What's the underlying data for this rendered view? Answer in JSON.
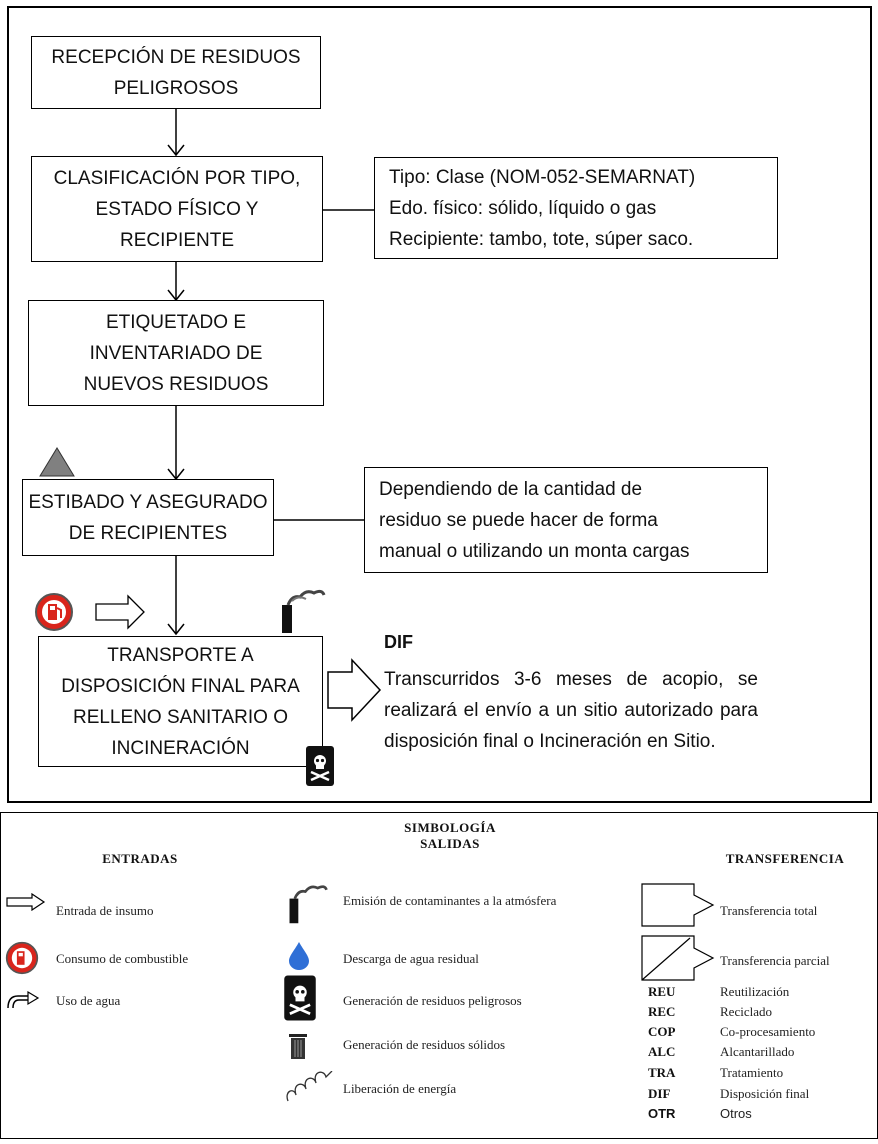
{
  "flow": {
    "steps": [
      {
        "lines": [
          "RECEPCIÓN DE RESIDUOS",
          "PELIGROSOS"
        ]
      },
      {
        "lines": [
          "CLASIFICACIÓN POR TIPO,",
          "ESTADO FÍSICO Y",
          "RECIPIENTE"
        ]
      },
      {
        "lines": [
          "ETIQUETADO E",
          "INVENTARIADO DE",
          "NUEVOS RESIDUOS"
        ]
      },
      {
        "lines": [
          "ESTIBADO Y ASEGURADO",
          "DE RECIPIENTES"
        ]
      },
      {
        "lines": [
          "TRANSPORTE A",
          "DISPOSICIÓN FINAL PARA",
          "RELLENO SANITARIO O",
          "INCINERACIÓN"
        ]
      }
    ],
    "notes": [
      {
        "lines": [
          "Tipo: Clase (NOM-052-SEMARNAT)",
          "Edo. físico: sólido, líquido o gas",
          "Recipiente: tambo, tote, súper saco."
        ]
      },
      {
        "lines": [
          "Dependiendo de la cantidad de",
          "residuo se puede hacer de forma",
          "manual o utilizando un monta cargas"
        ]
      }
    ],
    "dif": {
      "title": "DIF",
      "text": "Transcurridos 3-6 meses de acopio, se realizará el envío a un sitio autorizado para disposición final o Incineración en Sitio."
    }
  },
  "legend": {
    "title": "SIMBOLOGÍA",
    "entradas": {
      "heading": "ENTRADAS",
      "items": [
        {
          "icon": "input-arrow-icon",
          "label": "Entrada de insumo"
        },
        {
          "icon": "fuel-icon",
          "label": "Consumo de combustible"
        },
        {
          "icon": "water-use-icon",
          "label": "Uso de agua"
        }
      ]
    },
    "salidas": {
      "heading": "SALIDAS",
      "items": [
        {
          "icon": "smokestack-icon",
          "label": "Emisión de contaminantes a la atmósfera"
        },
        {
          "icon": "water-drop-icon",
          "label": "Descarga de agua residual"
        },
        {
          "icon": "hazardous-barrel-icon",
          "label": "Generación de residuos peligrosos"
        },
        {
          "icon": "trash-bin-icon",
          "label": "Generación de residuos sólidos"
        },
        {
          "icon": "energy-coil-icon",
          "label": "Liberación de energía"
        }
      ]
    },
    "transferencia": {
      "heading": "TRANSFERENCIA",
      "items": [
        {
          "icon": "total-transfer-icon",
          "label": "Transferencia total"
        },
        {
          "icon": "partial-transfer-icon",
          "label": "Transferencia parcial"
        }
      ],
      "codes": [
        {
          "code": "REU",
          "label": "Reutilización"
        },
        {
          "code": "REC",
          "label": "Reciclado"
        },
        {
          "code": "COP",
          "label": "Co-procesamiento"
        },
        {
          "code": "ALC",
          "label": "Alcantarillado"
        },
        {
          "code": "TRA",
          "label": "Tratamiento"
        },
        {
          "code": "DIF",
          "label": "Disposición final"
        },
        {
          "code": "OTR",
          "label": "Otros"
        }
      ]
    }
  },
  "colors": {
    "triangle": "#808080",
    "fuel_red": "#d9251c",
    "water_blue": "#2f6fd6"
  }
}
